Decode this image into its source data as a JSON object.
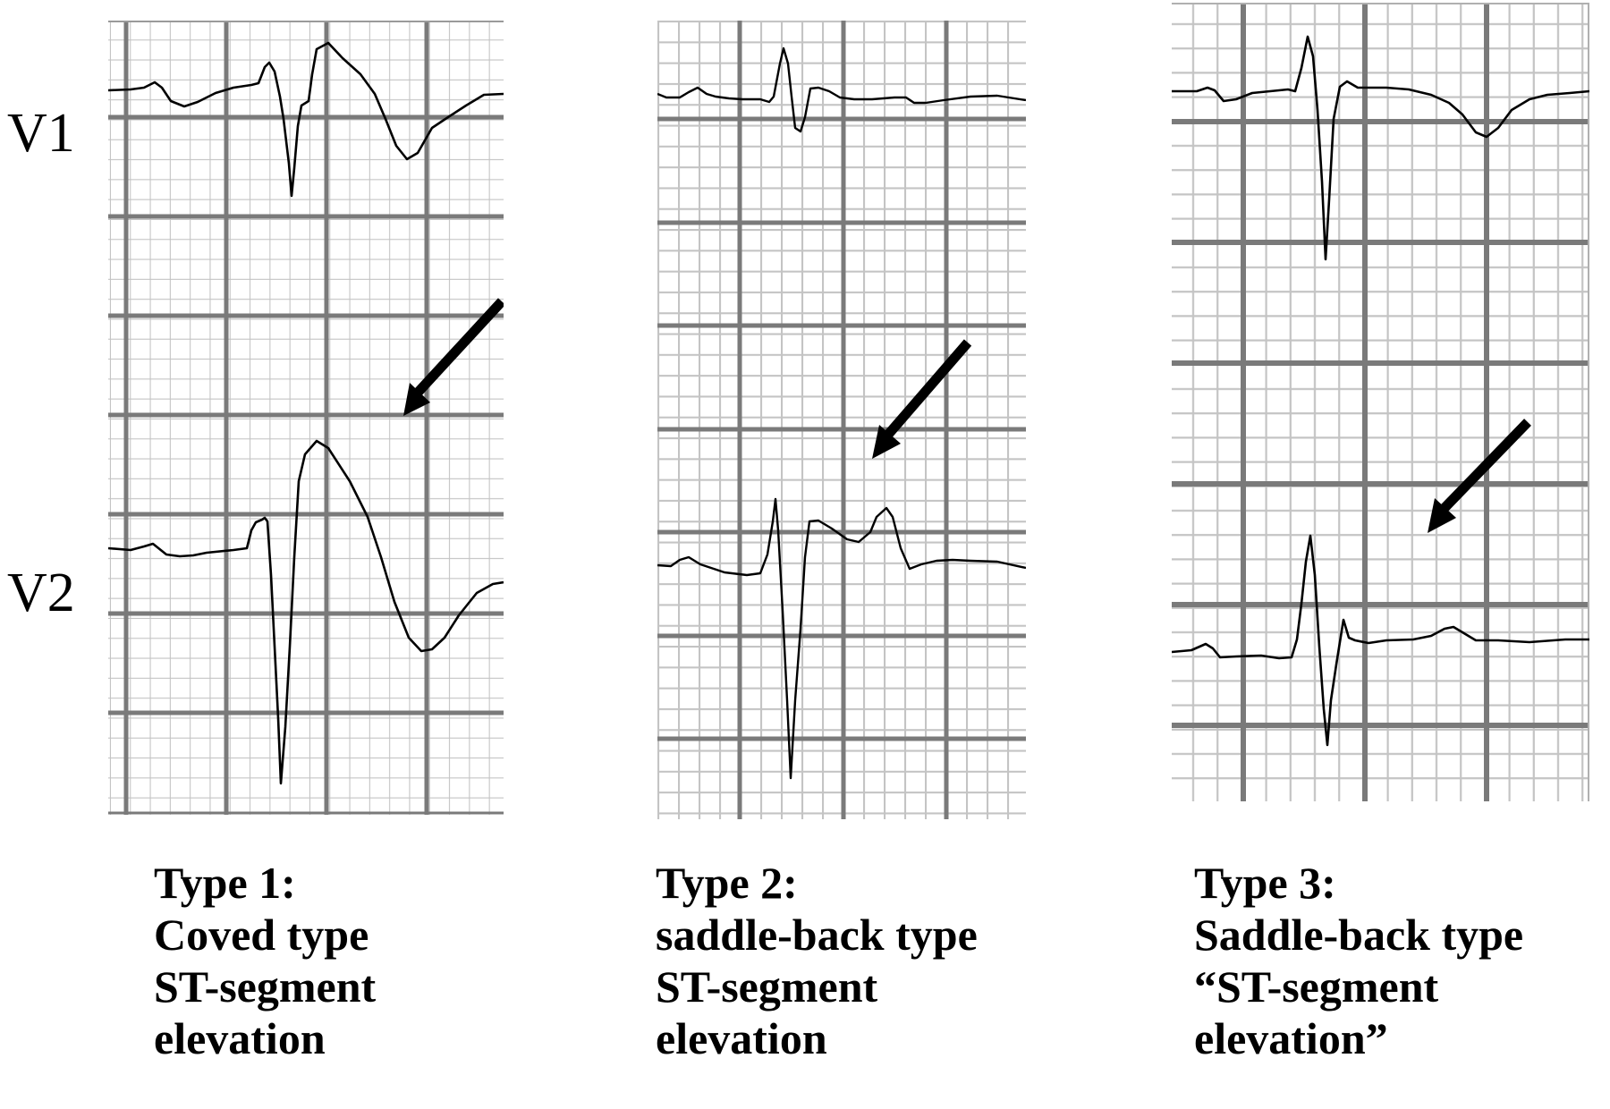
{
  "figure": {
    "lead_labels": {
      "v1": "V1",
      "v2": "V2"
    },
    "panels": [
      {
        "id": "type1",
        "caption": [
          "Type 1:",
          "Coved type",
          "ST-segment",
          "elevation"
        ],
        "arrow": "arrow pointing to coved ST-segment elevation in V2"
      },
      {
        "id": "type2",
        "caption": [
          "Type 2:",
          "saddle-back type",
          "ST-segment",
          "elevation"
        ],
        "arrow": "arrow pointing to saddle-back ST-segment elevation in V2"
      },
      {
        "id": "type3",
        "caption": [
          "Type 3:",
          "Saddle-back type",
          "“ST-segment",
          "elevation”"
        ],
        "arrow": "arrow pointing to saddle-back ST-segment in V2"
      }
    ],
    "colors": {
      "background": "#ffffff",
      "grid_major": "#7a7a7a",
      "grid_minor": "#c4c4c4",
      "trace": "#000000",
      "arrow": "#000000",
      "text": "#000000"
    }
  }
}
